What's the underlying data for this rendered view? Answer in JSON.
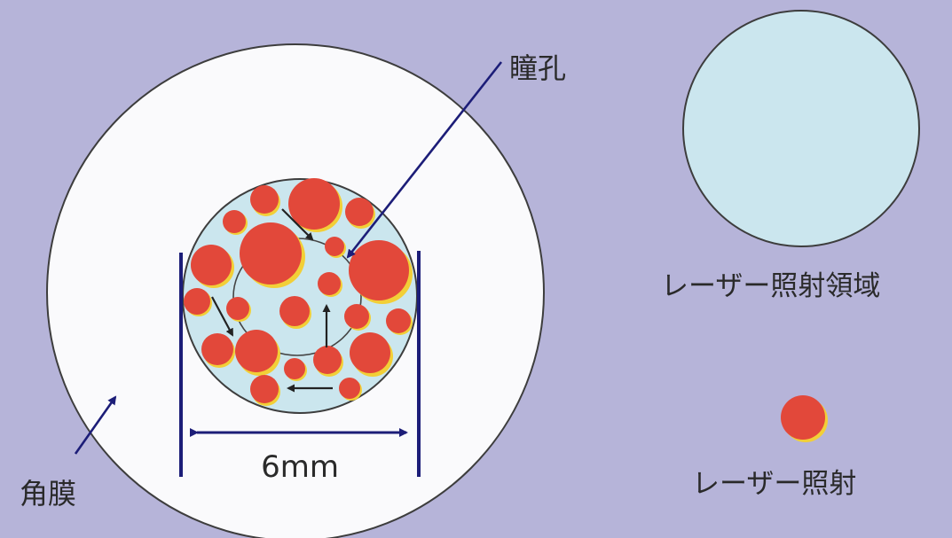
{
  "labels": {
    "pupil": "瞳孔",
    "cornea": "角膜",
    "diameter": "6mm",
    "irradiation_area": "レーザー照射領域",
    "irradiation_spot": "レーザー照射"
  },
  "colors": {
    "background": "#b6b4d9",
    "cornea_fill": "#fafafc",
    "area_fill": "#cbe6ee",
    "spot_fill": "#e2483a",
    "spot_shadow": "#f2cf37",
    "outline": "#3d3d3d",
    "measure_line": "#1c1d78"
  }
}
